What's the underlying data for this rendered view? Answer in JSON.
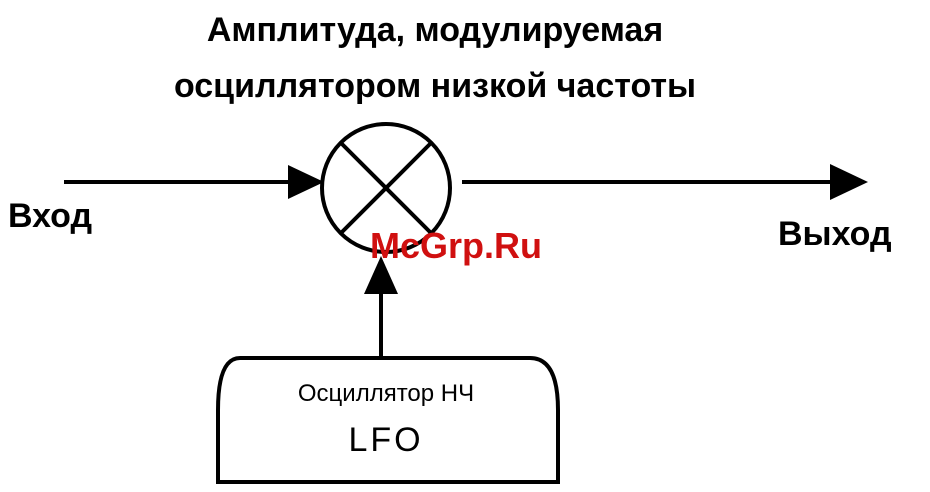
{
  "title": {
    "line1": "Амплитуда, модулируемая",
    "line2": "осциллятором низкой частоты"
  },
  "labels": {
    "input": "Вход",
    "output": "Выход"
  },
  "oscillator": {
    "caption": "Осциллятор НЧ",
    "name": "LFO"
  },
  "watermark": "McGrp.Ru",
  "colors": {
    "line": "#000000",
    "watermark": "#d01010",
    "background": "#ffffff"
  }
}
